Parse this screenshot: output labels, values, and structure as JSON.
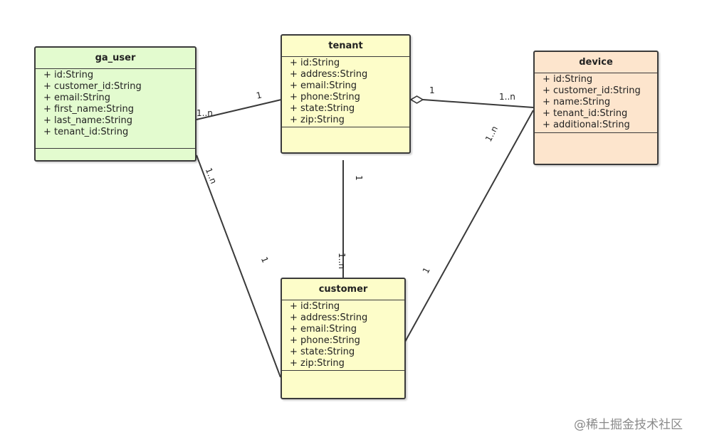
{
  "colors": {
    "green": "#e3fbcf",
    "yellow": "#fdfdc9",
    "orange": "#fde5cd",
    "border": "#3a3a3a"
  },
  "classes": {
    "ga_user": {
      "name": "ga_user",
      "attributes": [
        "+ id:String",
        "+ customer_id:String",
        "+ email:String",
        "+ first_name:String",
        "+ last_name:String",
        "+ tenant_id:String"
      ]
    },
    "tenant": {
      "name": "tenant",
      "attributes": [
        "+ id:String",
        "+ address:String",
        "+ email:String",
        "+ phone:String",
        "+ state:String",
        "+ zip:String"
      ]
    },
    "device": {
      "name": "device",
      "attributes": [
        "+ id:String",
        "+ customer_id:String",
        "+ name:String",
        "+ tenant_id:String",
        "+ additional:String"
      ]
    },
    "customer": {
      "name": "customer",
      "attributes": [
        "+ id:String",
        "+ address:String",
        "+ email:String",
        "+ phone:String",
        "+ state:String",
        "+ zip:String"
      ]
    }
  },
  "multiplicities": {
    "gauser_tenant_near_gauser": "1..n",
    "gauser_tenant_near_tenant": "1",
    "tenant_device_near_tenant": "1",
    "tenant_device_near_device": "1..n",
    "tenant_customer_near_tenant": "1",
    "tenant_customer_near_customer": "1..n",
    "gauser_customer_near_gauser": "1..n",
    "gauser_customer_near_customer": "1",
    "device_customer_near_device": "1..n",
    "device_customer_near_customer": "1"
  },
  "watermark": "@稀土掘金技术社区"
}
